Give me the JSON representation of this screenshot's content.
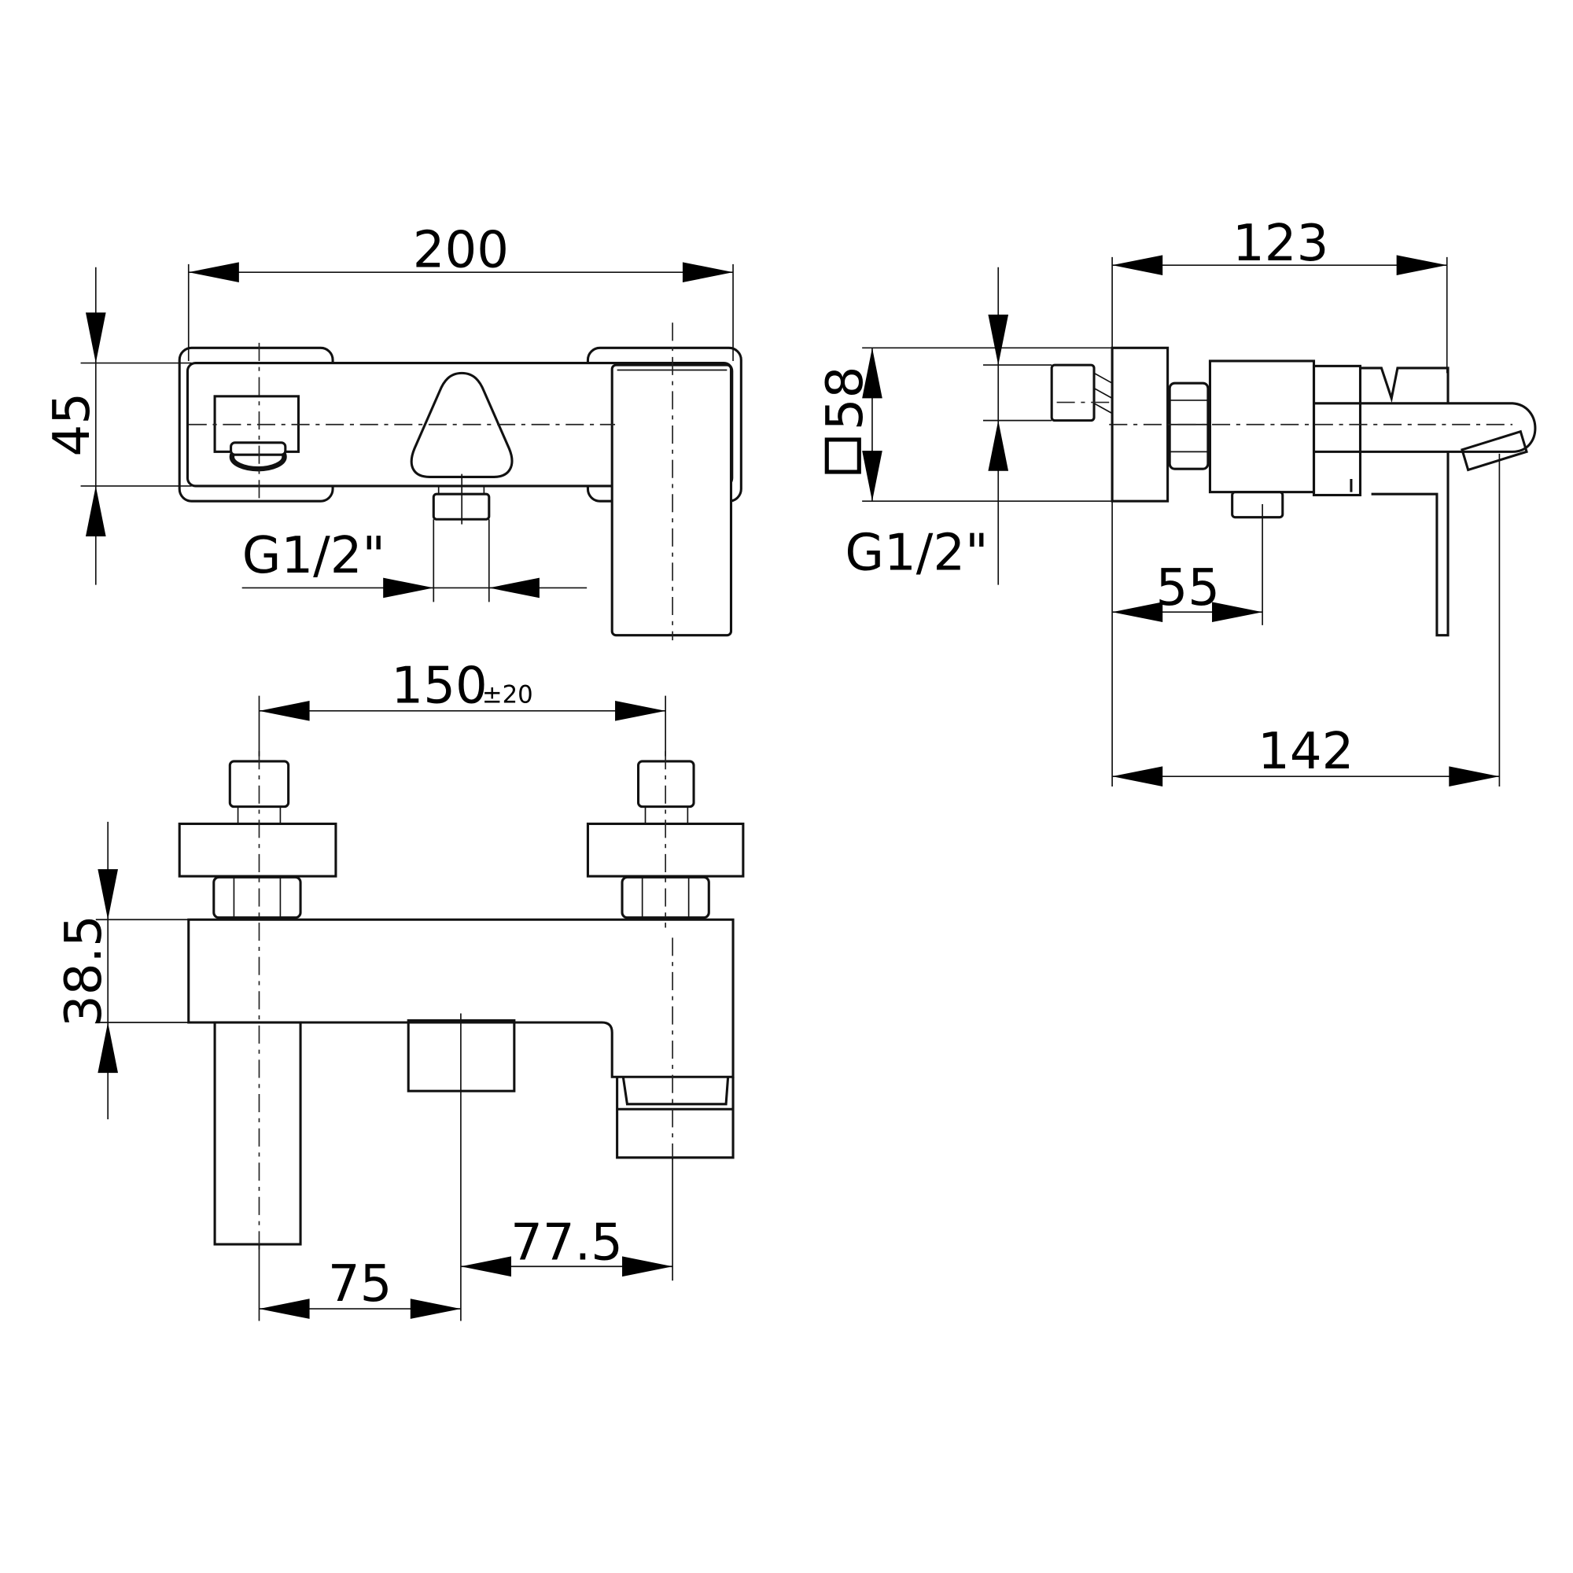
{
  "drawing": {
    "title": "Bath mixer dimensional drawing",
    "front_view": {
      "width_label": "200",
      "height_label": "45",
      "inlet_thread_label": "G1/2\""
    },
    "side_view": {
      "depth_label": "123",
      "plate_size_label": "58",
      "plate_size_symbol": "square",
      "inlet_thread_label": "G1/2\"",
      "inlet_offset_label": "55",
      "total_depth_label": "142"
    },
    "top_view": {
      "inlet_spacing_label": "150",
      "inlet_spacing_tolerance": "±20",
      "body_depth_label": "38.5",
      "handle_offset_label": "75",
      "spout_offset_label": "77.5"
    }
  }
}
